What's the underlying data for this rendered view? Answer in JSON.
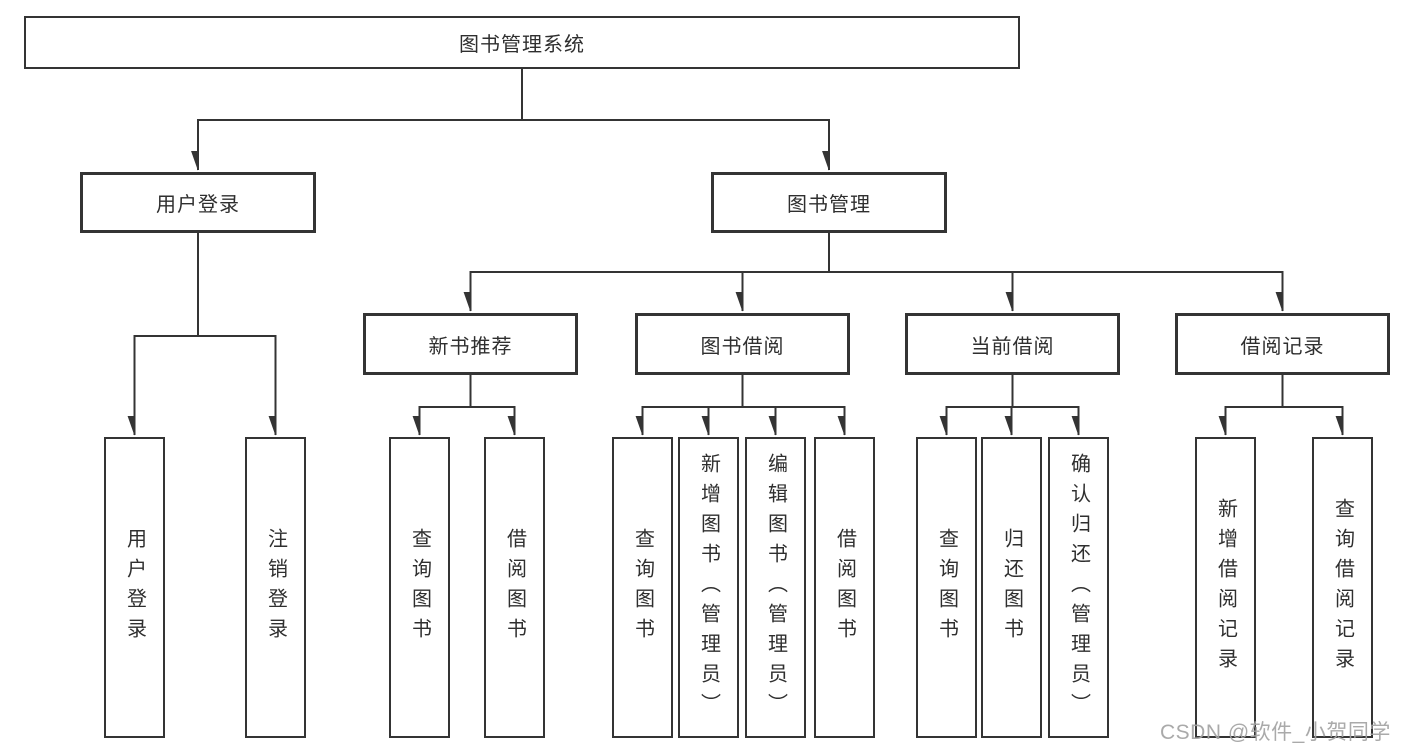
{
  "title": {
    "label": "图书管理系统"
  },
  "branches": {
    "user_login": {
      "label": "用户登录",
      "children": {
        "login": {
          "label": "用户登录"
        },
        "logout": {
          "label": "注销登录"
        }
      }
    },
    "book_management": {
      "label": "图书管理",
      "children": {
        "new_book_recommend": {
          "label": "新书推荐",
          "children": {
            "query_books": {
              "label": "查询图书"
            },
            "borrow_books": {
              "label": "借阅图书"
            }
          }
        },
        "book_borrowing": {
          "label": "图书借阅",
          "children": {
            "query_books": {
              "label": "查询图书"
            },
            "add_books": {
              "label": "新增图书（管理员）"
            },
            "edit_books": {
              "label": "编辑图书（管理员）"
            },
            "borrow_books": {
              "label": "借阅图书"
            }
          }
        },
        "current_borrowing": {
          "label": "当前借阅",
          "children": {
            "query_books": {
              "label": "查询图书"
            },
            "return_books": {
              "label": "归还图书"
            },
            "confirm_return": {
              "label": "确认归还（管理员）"
            }
          }
        },
        "borrowing_records": {
          "label": "借阅记录",
          "children": {
            "add_borrow_record": {
              "label": "新增借阅记录"
            },
            "query_borrow_record": {
              "label": "查询借阅记录"
            }
          }
        }
      }
    }
  },
  "watermark": {
    "text": "CSDN @软件_小贺同学"
  },
  "colors": {
    "line": "#343434",
    "text": "#2f2f2f",
    "watermark": "#a3a3a3",
    "background": "#ffffff"
  }
}
